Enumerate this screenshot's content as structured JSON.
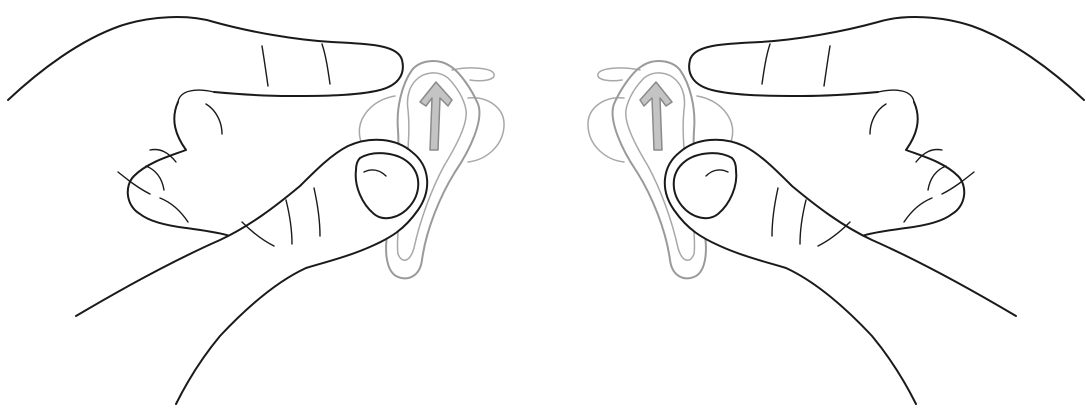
{
  "illustration": {
    "panels": [
      {
        "id": "left",
        "ear": "left"
      },
      {
        "id": "right",
        "ear": "right"
      }
    ],
    "colors": {
      "hand_outline": "#1a1a1a",
      "earbud_outline": "#9a9a9a",
      "arrow_fill": "#bdbdbd",
      "background": "#ffffff"
    },
    "icons": [
      "hand-icon",
      "earbud-icon",
      "up-arrow-icon"
    ]
  }
}
